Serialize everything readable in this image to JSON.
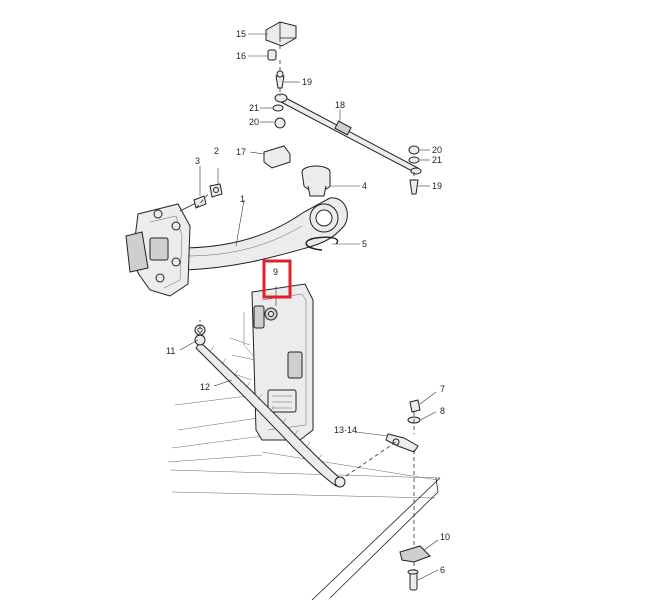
{
  "callouts": {
    "c1": "1",
    "c2": "2",
    "c3": "3",
    "c4": "4",
    "c5": "5",
    "c6": "6",
    "c7": "7",
    "c8": "8",
    "c9": "9",
    "c10": "10",
    "c11": "11",
    "c12": "12",
    "c13_14": "13·14",
    "c15": "15",
    "c16": "16",
    "c17": "17",
    "c18": "18",
    "c19a": "19",
    "c19b": "19",
    "c20a": "20",
    "c20b": "20",
    "c21a": "21",
    "c21b": "21"
  },
  "highlight": {
    "color": "#e0202a",
    "target": "9"
  }
}
